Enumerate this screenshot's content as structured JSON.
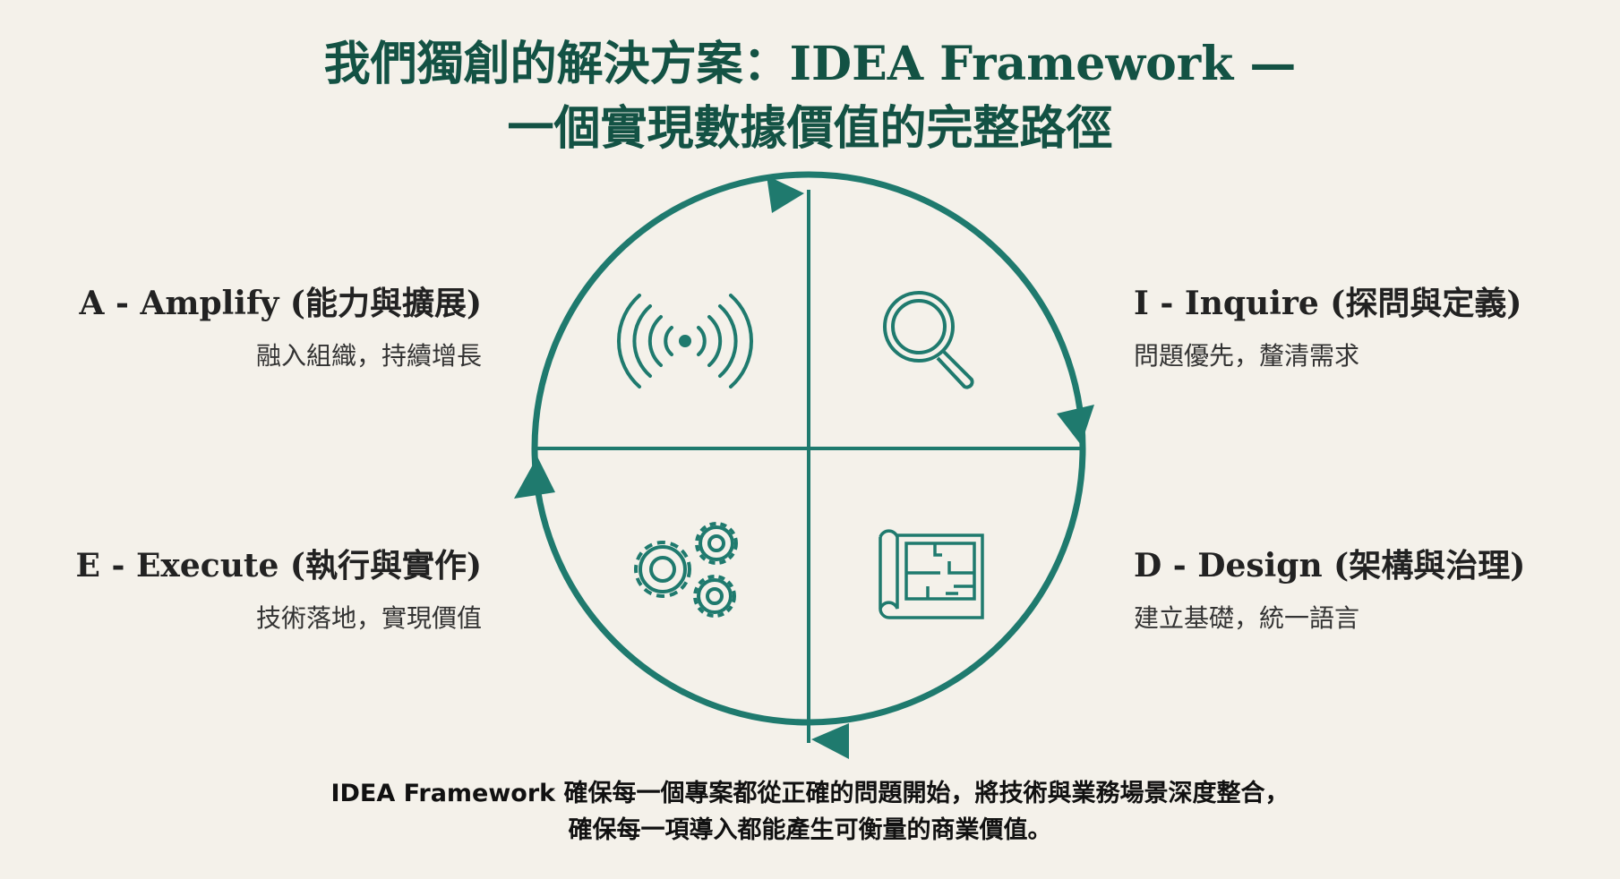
{
  "title": {
    "line1": "我們獨創的解決方案：IDEA Framework —",
    "line2": "一個實現數據價值的完整路徑"
  },
  "quadrants": [
    {
      "key": "amplify",
      "heading": "A - Amplify (能力與擴展)",
      "subtitle": "融入組織，持續增長",
      "icon": "signal-broadcast-icon"
    },
    {
      "key": "inquire",
      "heading": "I - Inquire (探問與定義)",
      "subtitle": "問題優先，釐清需求",
      "icon": "magnifier-icon"
    },
    {
      "key": "execute",
      "heading": "E - Execute (執行與實作)",
      "subtitle": "技術落地，實現價值",
      "icon": "gears-icon"
    },
    {
      "key": "design",
      "heading": "D - Design (架構與治理)",
      "subtitle": "建立基礎，統一語言",
      "icon": "blueprint-icon"
    }
  ],
  "footer": {
    "line1": "IDEA  Framework 確保每一個專案都從正確的問題開始，將技術與業務場景深度整合，",
    "line2": "確保每一項導入都能產生可衡量的商業價值。"
  },
  "colors": {
    "accent": "#1f7a6e",
    "title": "#135244",
    "background": "#f4f1ea"
  }
}
